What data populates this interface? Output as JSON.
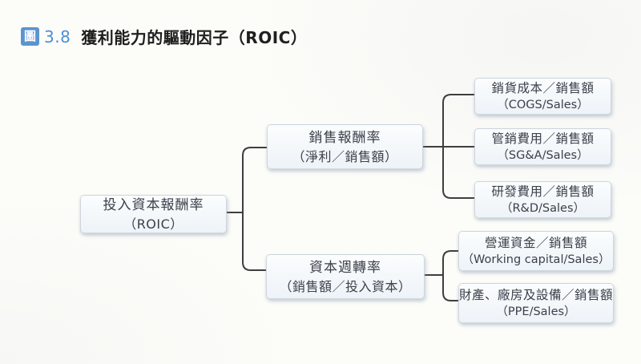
{
  "header": {
    "figure_label": "圖",
    "figure_number": "3.8",
    "title": "獲利能力的驅動因子（ROIC）"
  },
  "colors": {
    "accent_blue": "#4e90d1",
    "badge_blue": "#5b94d0",
    "box_fill": "#eef3f8",
    "box_border": "#afbac6",
    "connector_line": "#3e3e3e",
    "box_text": "#3b404a",
    "paper_background": "#fcfcf9"
  },
  "diagram": {
    "nodes": [
      {
        "id": "roic",
        "line1": "投入資本報酬率",
        "line2": "（ROIC）"
      },
      {
        "id": "return-on-sales",
        "line1": "銷售報酬率",
        "line2": "（淨利／銷售額）"
      },
      {
        "id": "capital-turnover",
        "line1": "資本週轉率",
        "line2": "（銷售額／投入資本）"
      },
      {
        "id": "cogs-to-sales",
        "line1": "銷貨成本／銷售額",
        "line2": "（COGS/Sales）"
      },
      {
        "id": "sga-to-sales",
        "line1": "管銷費用／銷售額",
        "line2": "（SG&A/Sales）"
      },
      {
        "id": "rd-to-sales",
        "line1": "研發費用／銷售額",
        "line2": "（R&D/Sales）"
      },
      {
        "id": "working-capital-to-sales",
        "line1": "營運資金／銷售額",
        "line2": "（Working capital/Sales）"
      },
      {
        "id": "ppe-to-sales",
        "line1": "財產、廠房及設備／銷售額",
        "line2": "（PPE/Sales）"
      }
    ]
  }
}
